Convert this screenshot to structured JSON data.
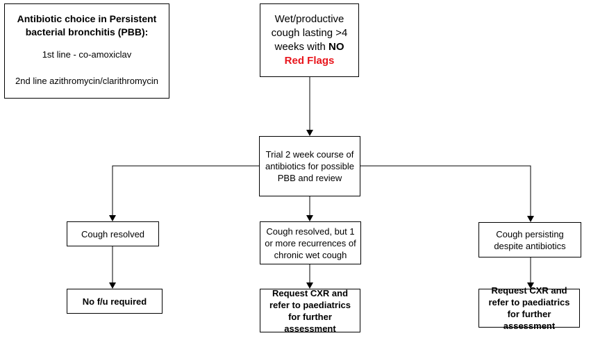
{
  "info_box": {
    "title": "Antibiotic choice in Persistent bacterial bronchitis (PBB):",
    "first_line": "1st line - co-amoxiclav",
    "second_line": "2nd line azithromycin/clarithromycin"
  },
  "start_box": {
    "text": "Wet/productive cough lasting >4 weeks with",
    "no": "NO",
    "red_flags": "Red Flags"
  },
  "trial_box": {
    "text": "Trial 2 week course of antibiotics for possible PBB and review"
  },
  "left_box": {
    "text": "Cough resolved"
  },
  "middle_box": {
    "text": "Cough resolved, but 1 or more recurrences of chronic wet cough"
  },
  "right_box": {
    "text": "Cough persisting despite antibiotics"
  },
  "left_outcome": {
    "text": "No f/u required"
  },
  "middle_outcome": {
    "text": "Request CXR and refer to paediatrics for further assessment"
  },
  "right_outcome": {
    "text": "Request CXR and refer to paediatrics for further assessment"
  },
  "colors": {
    "red_flag": "#e8141b",
    "line": "#000000",
    "text": "#000000"
  }
}
